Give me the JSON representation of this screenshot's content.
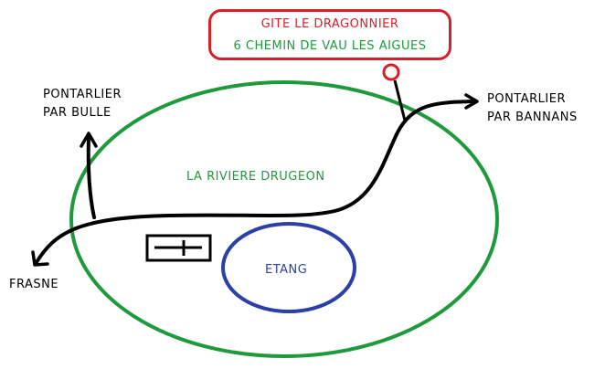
{
  "gite": {
    "name": "GITE LE DRAGONNIER",
    "address": "6 CHEMIN DE VAU LES AIGUES"
  },
  "destinations": {
    "pontarlier_bulle": [
      "PONTARLIER",
      "PAR BULLE"
    ],
    "pontarlier_bannans": [
      "PONTARLIER",
      "PAR BANNANS"
    ],
    "frasne": "FRASNE"
  },
  "river": {
    "label": "LA RIVIERE DRUGEON"
  },
  "pond": {
    "label": "ETANG"
  },
  "colors": {
    "river": "#1e9a3c",
    "pond": "#2b3fa8",
    "gite": "#d4202a",
    "road": "#000000"
  }
}
